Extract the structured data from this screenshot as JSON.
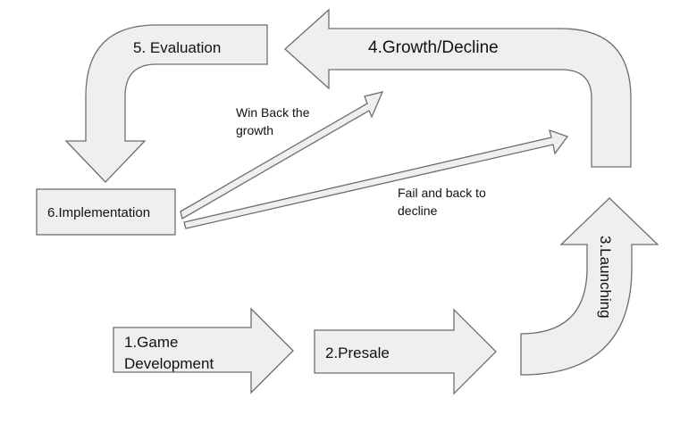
{
  "diagram": {
    "steps": {
      "game_development": {
        "line1": "1.Game",
        "line2": "Development"
      },
      "presale": "2.Presale",
      "launching": "3.Launching",
      "growth_decline": "4.Growth/Decline",
      "evaluation": "5. Evaluation",
      "implementation": "6.Implementation"
    },
    "annotations": {
      "win_back": {
        "line1": "Win Back the",
        "line2": "growth"
      },
      "fail_back": {
        "line1": "Fail and back to",
        "line2": "decline"
      }
    },
    "colors": {
      "fill": "#efefef",
      "stroke": "#6e6e6e",
      "text": "#111111"
    }
  }
}
